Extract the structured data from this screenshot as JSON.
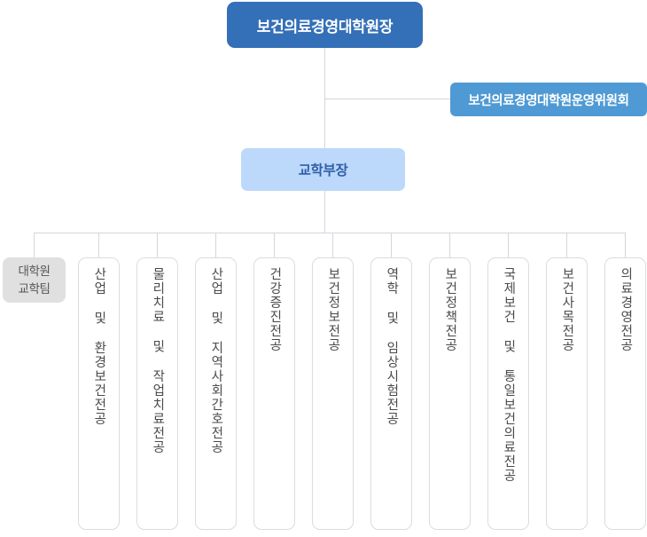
{
  "chart": {
    "title_box": {
      "label": "보건의료경영대학원장",
      "color": "#3470b8",
      "text_color": "#ffffff"
    },
    "committee_box": {
      "label": "보건의료경영대학원운영위원회",
      "color": "#4f9ad4",
      "text_color": "#ffffff"
    },
    "vice_director_box": {
      "label": "교학부장",
      "color": "#bcd8fa",
      "text_color": "#2f5fa8"
    },
    "team_box": {
      "line1": "대학원",
      "line2": "교학팀",
      "color": "#e0e0e0",
      "text_color": "#555555"
    },
    "departments": [
      {
        "label": "산업 및 환경보건전공"
      },
      {
        "label": "물리치료 및 작업치료전공"
      },
      {
        "label": "산업 및 지역사회간호전공"
      },
      {
        "label": "건강증진전공"
      },
      {
        "label": "보건정보전공"
      },
      {
        "label": "역학 및 임상시험전공"
      },
      {
        "label": "보건정책전공"
      },
      {
        "label": "국제보건 및 통일보건의료전공"
      },
      {
        "label": "보건사목전공"
      },
      {
        "label": "의료경영전공"
      }
    ],
    "line_color": "#d2d7dc"
  }
}
